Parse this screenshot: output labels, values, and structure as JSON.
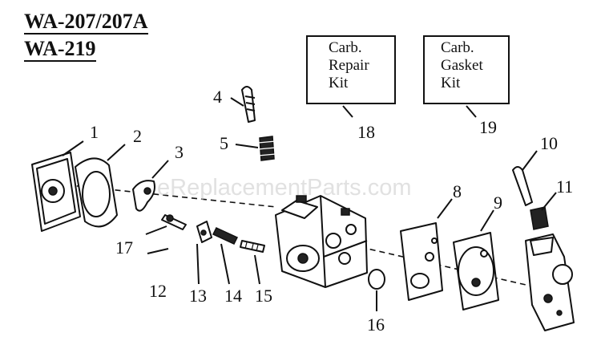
{
  "titles": {
    "line1": "WA-207/207A",
    "line2": "WA-219"
  },
  "kits": {
    "repair": {
      "line1": "Carb.",
      "line2": "Repair",
      "line3": "Kit"
    },
    "gasket": {
      "line1": "Carb.",
      "line2": "Gasket",
      "line3": "Kit"
    }
  },
  "callouts": {
    "n1": "1",
    "n2": "2",
    "n3": "3",
    "n4": "4",
    "n5": "5",
    "n8": "8",
    "n9": "9",
    "n10": "10",
    "n11": "11",
    "n12": "12",
    "n13": "13",
    "n14": "14",
    "n15": "15",
    "n16": "16",
    "n17": "17",
    "n18": "18",
    "n19": "19"
  },
  "watermark": "eReplacementParts.com"
}
